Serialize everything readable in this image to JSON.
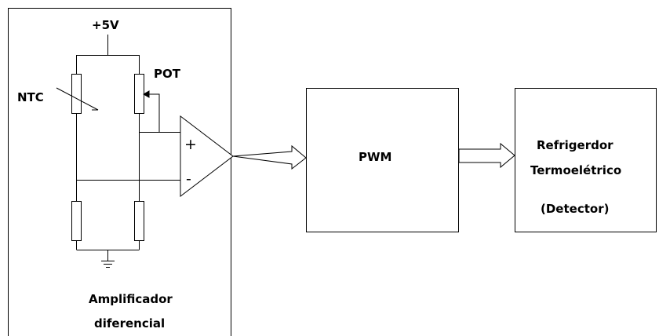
{
  "circuit": {
    "supply_label": "+5V",
    "ntc_label": "NTC",
    "pot_label": "POT",
    "plus_sign": "+",
    "minus_sign": "-",
    "caption_line1": "Amplificador",
    "caption_line2": "diferencial"
  },
  "pwm_block": {
    "label": "PWM"
  },
  "cooler_block": {
    "line1": "Refrigerdor",
    "line2": "Termoelétrico",
    "line3": "(Detector)"
  },
  "colors": {
    "line": "#000000",
    "background": "#ffffff"
  }
}
